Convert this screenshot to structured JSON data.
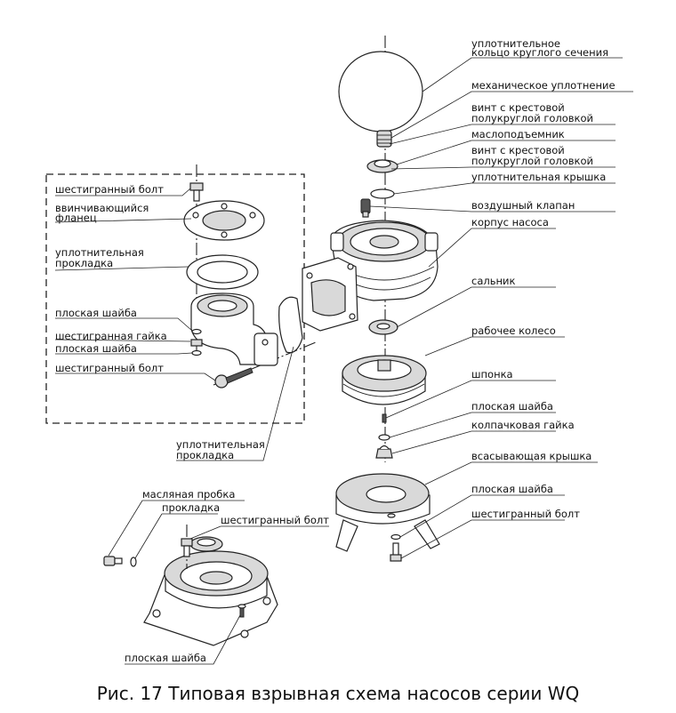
{
  "caption": "Рис. 17 Типовая взрывная схема насосов серии WQ",
  "labels": {
    "oring": [
      "уплотнительное",
      "кольцо круглого сечения"
    ],
    "mech_seal": "механическое уплотнение",
    "screw1": [
      "винт с крестовой",
      "полукруглой головкой"
    ],
    "oil_lifter": "маслоподъемник",
    "screw2": [
      "винт с крестовой",
      "полукруглой головкой"
    ],
    "seal_cover": "уплотнительная крышка",
    "air_valve": "воздушный клапан",
    "pump_body": "корпус насоса",
    "gland": "сальник",
    "impeller": "рабочее колесо",
    "key": "шпонка",
    "flat_washer_r1": "плоская шайба",
    "cap_nut": "колпачковая гайка",
    "suction_cover": "всасывающая крышка",
    "flat_washer_r2": "плоская шайба",
    "hex_bolt_r": "шестигранный болт",
    "hex_bolt_top": "шестигранный болт",
    "screw_flange": [
      "ввинчивающийся",
      "фланец"
    ],
    "gasket_left": [
      "уплотнительная",
      "прокладка"
    ],
    "flat_washer_l1": "плоская шайба",
    "hex_nut": "шестигранная гайка",
    "flat_washer_l2": "плоская шайба",
    "hex_bolt_l": "шестигранный болт",
    "gasket_bottom": [
      "уплотнительная",
      "прокладка"
    ],
    "oil_plug": "масляная пробка",
    "gasket_small": "прокладка",
    "hex_bolt_b": "шестигранный болт",
    "flat_washer_b": "плоская шайба"
  }
}
